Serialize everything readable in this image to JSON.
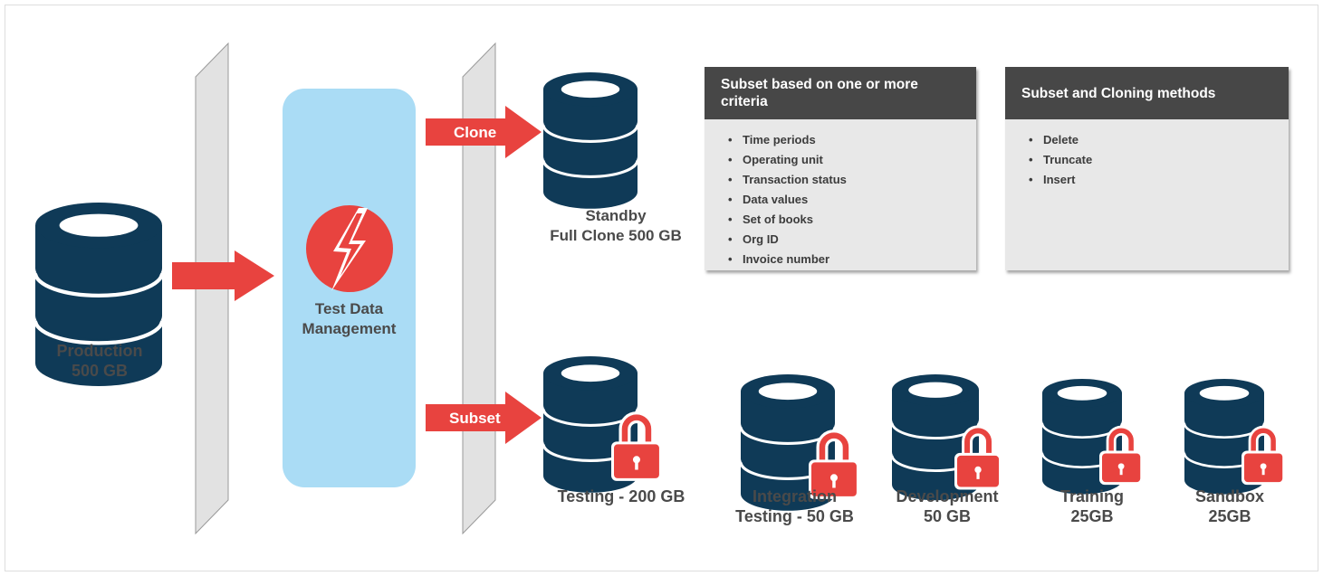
{
  "colors": {
    "database": "#0f3a57",
    "arrow": "#e8433f",
    "lock": "#e8433f",
    "tdm_panel": "#aadcf5",
    "wall": "#e2e2e2",
    "header": "#474747"
  },
  "production": {
    "line1": "Production",
    "line2": "500 GB",
    "icon": "database-icon"
  },
  "tdm": {
    "line1": "Test Data",
    "line2": "Management",
    "icon": "lightning-bolt-icon"
  },
  "arrows": {
    "clone": "Clone",
    "subset": "Subset"
  },
  "standby": {
    "line1": "Standby",
    "line2": "Full Clone 500 GB",
    "icon": "database-icon"
  },
  "criteria_panel": {
    "title": "Subset based on one or more criteria",
    "items": [
      "Time periods",
      "Operating unit",
      "Transaction status",
      "Data values",
      "Set of books",
      "Org ID",
      "Invoice number"
    ]
  },
  "methods_panel": {
    "title": "Subset and Cloning methods",
    "items": [
      "Delete",
      "Truncate",
      "Insert"
    ]
  },
  "targets": [
    {
      "line1": "Testing - 200 GB",
      "line2": "",
      "icon": "locked-database-icon"
    },
    {
      "line1": "Integration",
      "line2": "Testing - 50 GB",
      "icon": "locked-database-icon"
    },
    {
      "line1": "Development",
      "line2": "50 GB",
      "icon": "locked-database-icon"
    },
    {
      "line1": "Training",
      "line2": "25GB",
      "icon": "locked-database-icon"
    },
    {
      "line1": "Sandbox",
      "line2": "25GB",
      "icon": "locked-database-icon"
    }
  ]
}
